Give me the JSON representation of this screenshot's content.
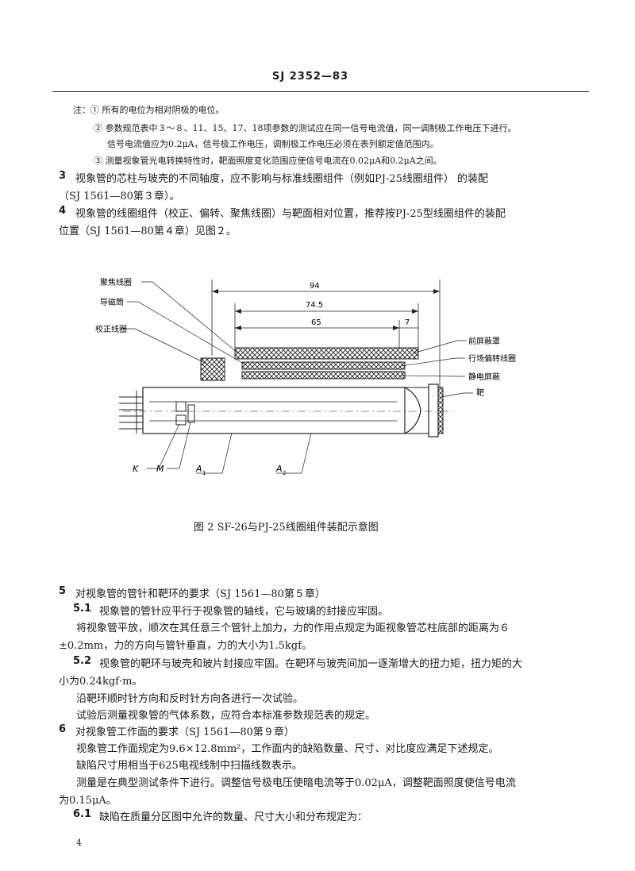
{
  "header": {
    "std": "SJ 2352—83"
  },
  "notes": [
    "注：① 所有的电位为相对阴极的电位。",
    "② 参数规范表中３～８、11、15、17、18项参数的测试应在同一信号电流值，同一调制极工作电压下进行。",
    "信号电流值应为0.2μA，信号极工作电压，调制极工作电压必须在表列额定值范围内。",
    "③ 测量视象管光电转换特性时，靶面照度变化范围应使信号电流在0.02μA和0.2μA之间。"
  ],
  "s3": {
    "num": "3",
    "line1": "视象管的芯柱与玻壳的不同轴度，应不影响与标准线圈组件（例如PJ-25线圈组件） 的装配",
    "line2": "（SJ 1561—80第３章）。"
  },
  "s4": {
    "num": "4",
    "line1": "视象管的线圈组件（校正、偏转、聚焦线圈）与靶面相对位置，推荐按PJ-25型线圈组件的装配",
    "line2": "位置（SJ 1561—80第４章）见图２。"
  },
  "figure": {
    "labels": {
      "focus": "聚焦线圈",
      "guide": "导磁筒",
      "correct": "校正线圈",
      "front_shield": "前屏蔽罩",
      "deflect": "行场偏转线圈",
      "static_shield": "静电屏蔽",
      "target": "靶",
      "K": "K",
      "M": "M",
      "A1": "A",
      "A1_sub": "1",
      "A2": "A",
      "A2_sub": "2"
    },
    "dims": {
      "d94": "94",
      "d745": "74.5",
      "d65": "65",
      "d7": "7"
    },
    "caption": "图 2 SF-26与PJ-25线圈组件装配示意图"
  },
  "s5": {
    "num": "5",
    "title": "对视象管的管针和靶环的要求（SJ 1561—80第５章）",
    "s51_num": "5.1",
    "s51_line1": "视象管的管针应平行于视象管的轴线，它与玻璃的封接应牢固。",
    "s51_line2": "将视象管平放，顺次在其任意三个管针上加力，力的作用点规定为距视象管芯柱底部的距离为６",
    "s51_line3": "±0.2mm，力的方向与管针垂直，力的大小为1.5kgf。",
    "s52_num": "5.2",
    "s52_line1": "视象管的靶环与玻壳和玻片封接应牢固。在靶环与玻壳间加一逐渐增大的扭力矩，扭力矩的大",
    "s52_line2": "小为0.24kgf·m。",
    "s52_line3": "沿靶环顺时针方向和反时针方向各进行一次试验。",
    "s52_line4": "试验后测量视象管的气体系数，应符合本标准参数规范表的规定。"
  },
  "s6": {
    "num": "6",
    "title": "对视象管工作面的要求（SJ 1561—80第９章）",
    "line1": "视象管工作面规定为9.6×12.8mm²，工作面内的缺陷数量、尺寸、对比度应满足下述规定。",
    "line2": "缺陷尺寸用相当于625电视线制中扫描线数表示。",
    "line3": "测量是在典型测试条件下进行。调整信号极电压使暗电流等于0.02μA，调整靶面照度使信号电流",
    "line4": "为0.15μA。",
    "s61_num": "6.1",
    "s61_line1": "缺陷在质量分区图中允许的数量、尺寸大小和分布规定为："
  },
  "page_number": "4"
}
